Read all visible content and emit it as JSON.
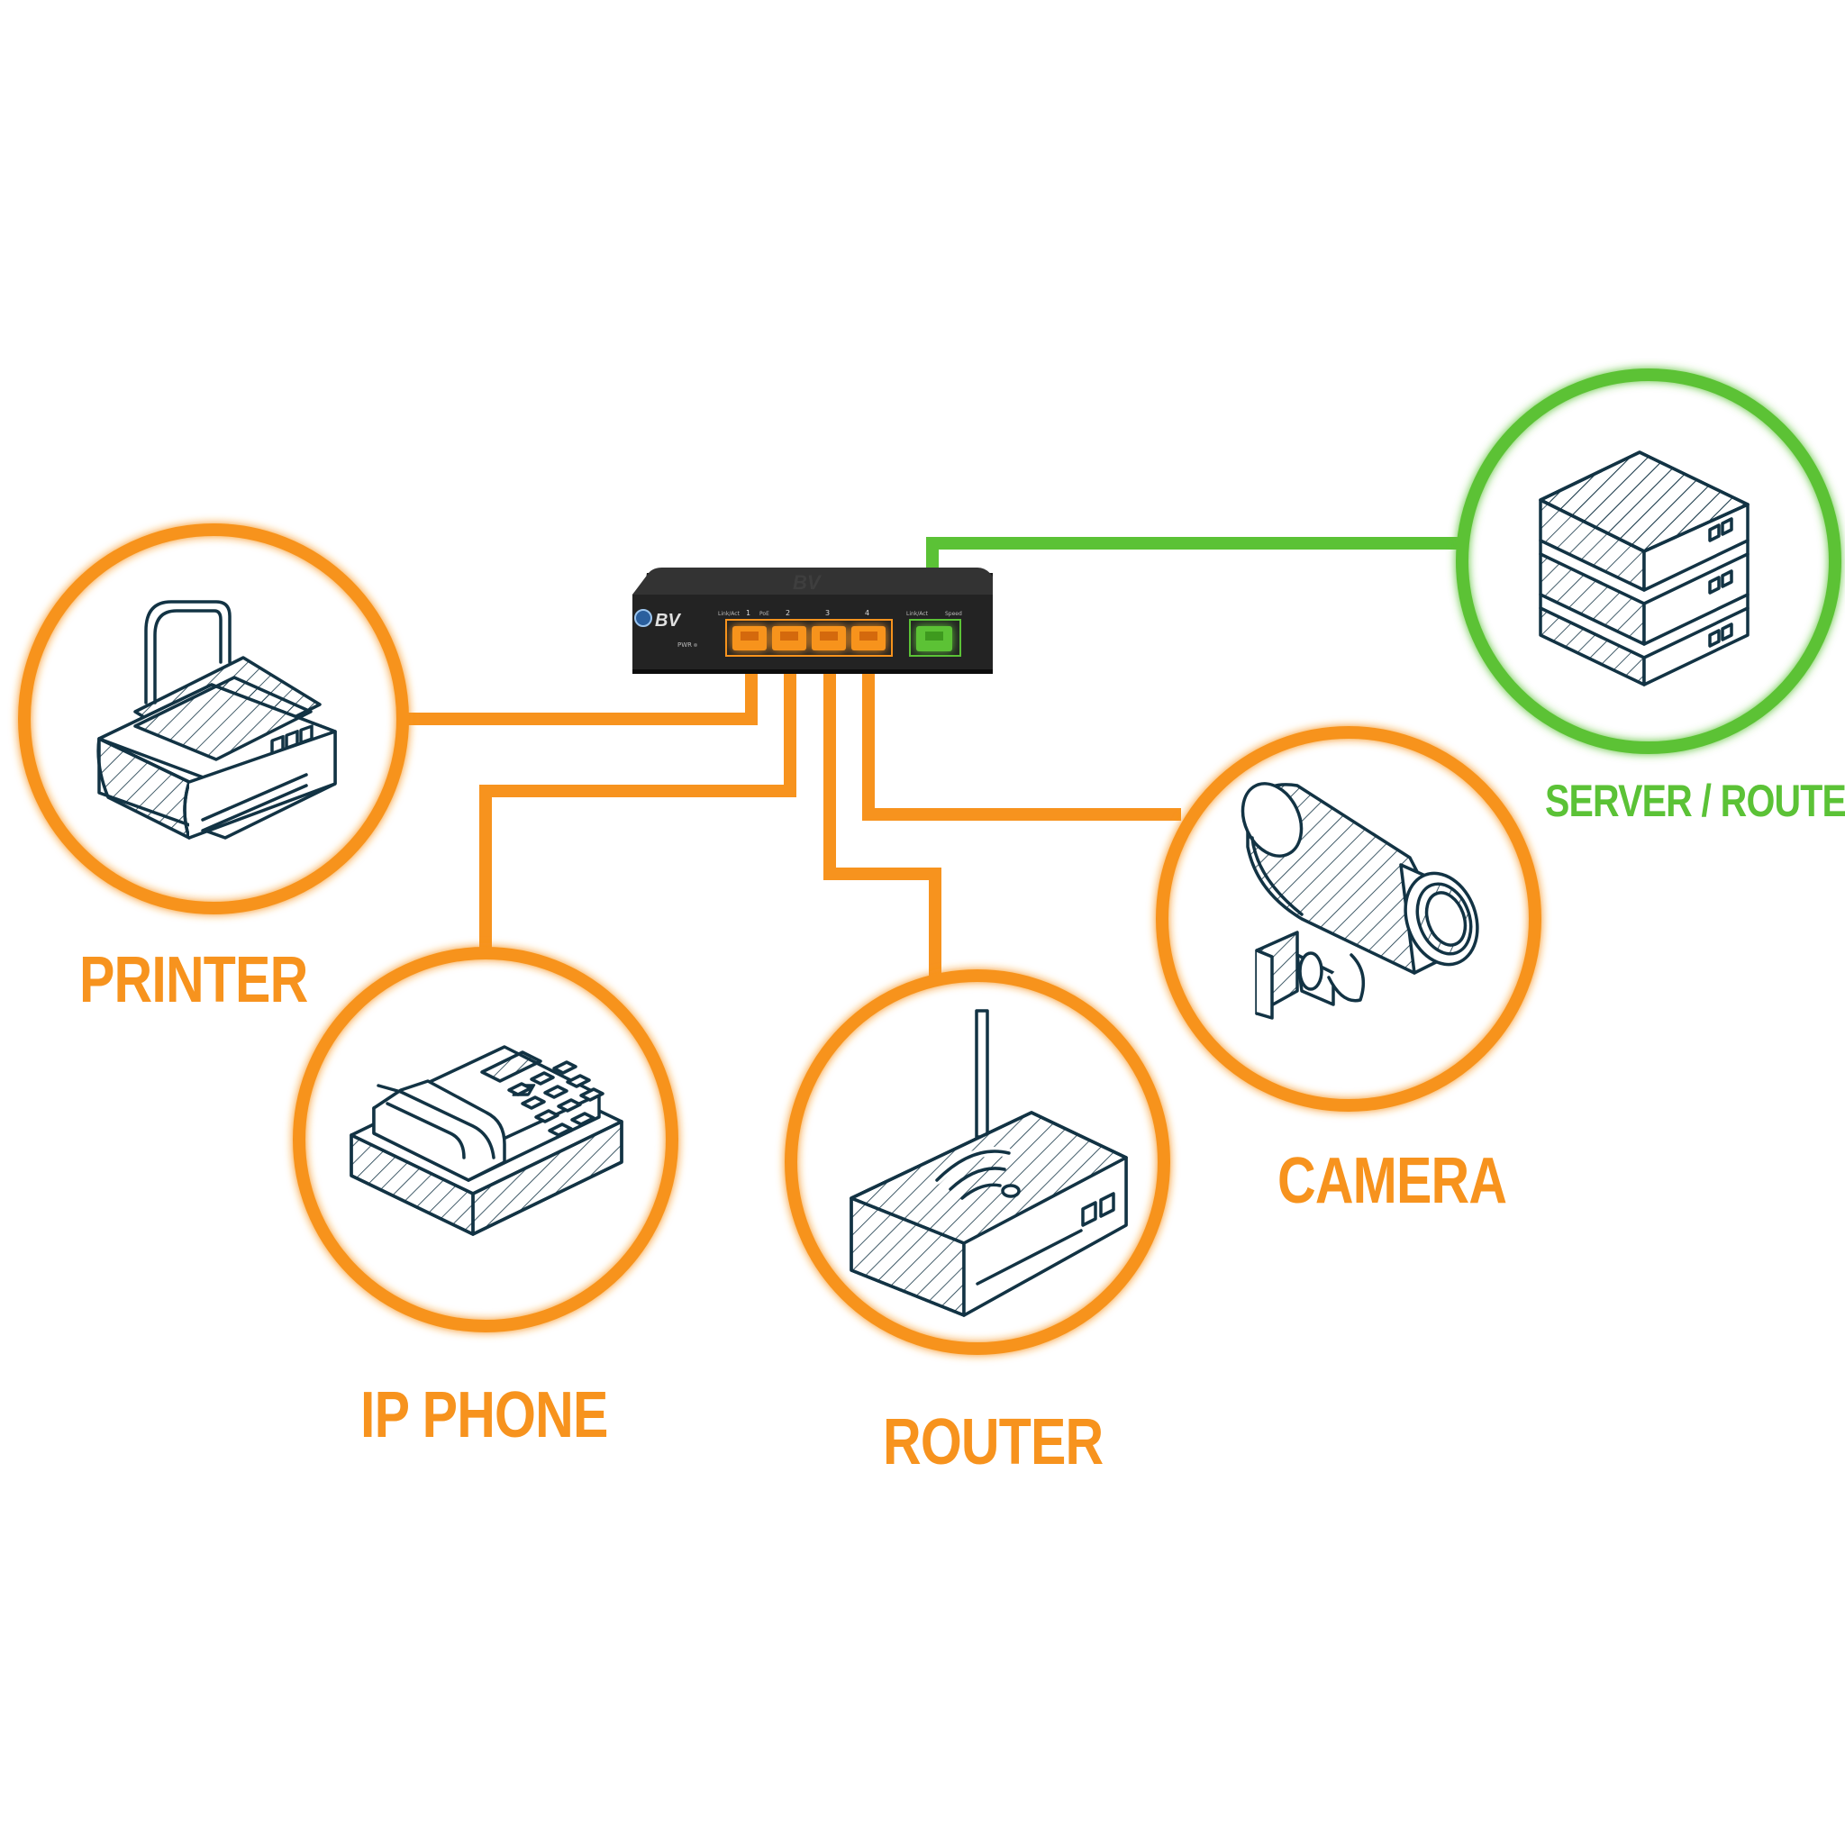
{
  "colors": {
    "orange": "#F7931E",
    "green": "#5BC236",
    "outline": "#123344",
    "switch_body": "#232323"
  },
  "labels": {
    "printer": "PRINTER",
    "ip_phone": "IP PHONE",
    "router": "ROUTER",
    "camera": "CAMERA",
    "server_router": "SERVER / ROUTER"
  },
  "switch": {
    "logo": "BV",
    "port_labels": [
      "1",
      "2",
      "3",
      "4"
    ],
    "link_act_label": "Link/Act",
    "poe_label": "PoE",
    "uplink_label": "Link/Act",
    "speed_label": "Speed",
    "pwr_label": "PWR"
  }
}
